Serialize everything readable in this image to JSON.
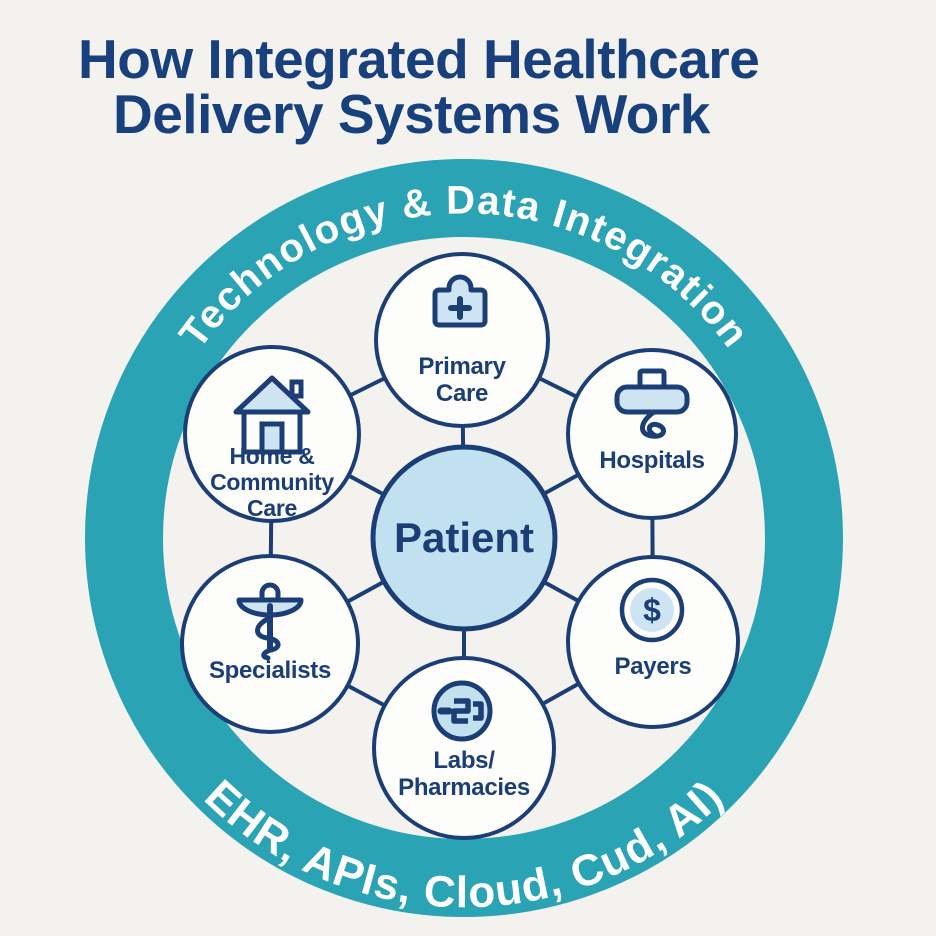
{
  "title": {
    "line1": "How Integrated Healthcare",
    "line2": "Delivery Systems Work"
  },
  "ring": {
    "top_label": "Technology & Data Integration",
    "bottom_label": "EHR, APIs, Cloud, Cud, AI)"
  },
  "center": {
    "label": "Patient"
  },
  "nodes": [
    {
      "id": "primary-care",
      "icon": "medical-bag-icon",
      "lines": [
        "Primary",
        "Care"
      ]
    },
    {
      "id": "hospitals",
      "icon": "medical-cross-icon",
      "lines": [
        "Hospitals"
      ]
    },
    {
      "id": "home-community-care",
      "icon": "house-icon",
      "lines": [
        "Home &",
        "Community",
        "Care"
      ]
    },
    {
      "id": "specialists",
      "icon": "bowl-of-hygieia-icon",
      "lines": [
        "Specialists"
      ]
    },
    {
      "id": "payers",
      "icon": "dollar-coin-icon",
      "lines": [
        "Payers"
      ],
      "glyph": "$"
    },
    {
      "id": "labs-pharmacies",
      "icon": "pharmacy-symbol-icon",
      "lines": [
        "Labs/",
        "Pharmacies"
      ]
    }
  ],
  "colors": {
    "background": "#f4f2ef",
    "ring_teal": "#2aa3b4",
    "navy": "#1c3e76",
    "title_navy": "#17407c",
    "patient_fill": "#c2e1f0",
    "icon_light_blue": "#cfe4f2",
    "node_fill": "#fdfdfb",
    "arc_text": "#ffffff"
  }
}
